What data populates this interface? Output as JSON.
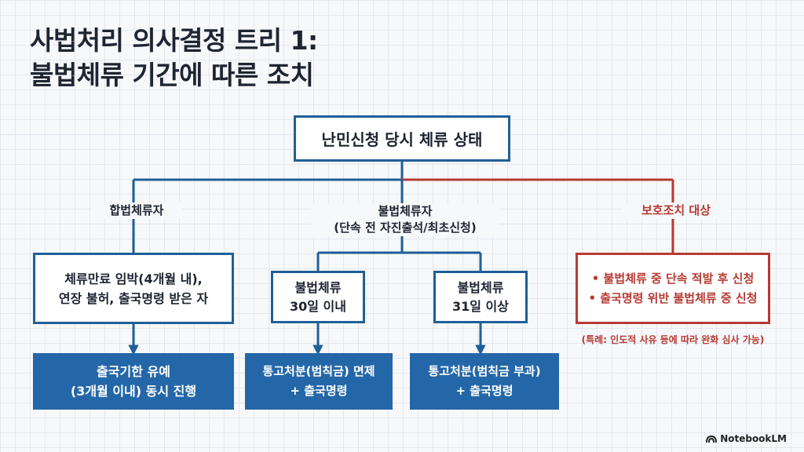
{
  "title": {
    "line1": "사법처리 의사결정 트리 1:",
    "line2": "불법체류 기간에 따른 조치"
  },
  "root": {
    "text": "난민신청 당시 체류 상태"
  },
  "branches": {
    "legal": {
      "label": "합법체류자"
    },
    "illegal": {
      "label_line1": "불법체류자",
      "label_line2": "(단속 전 자진출석/최초신청)"
    },
    "protection": {
      "label": "보호조치 대상"
    }
  },
  "legal_condition": {
    "line1": "체류만료 임박(4개월 내),",
    "line2": "연장 불허, 출국명령 받은 자"
  },
  "illegal_short": {
    "line1": "불법체류",
    "line2": "30일 이내"
  },
  "illegal_long": {
    "line1": "불법체류",
    "line2": "31일 이상"
  },
  "protection_box": {
    "item1": "• 불법체류 중 단속 적발 후 신청",
    "item2": "• 출국명령 위반 불법체류 중 신청"
  },
  "outcomes": {
    "legal": {
      "line1": "출국기한 유예",
      "line2": "(3개월 이내) 동시 진행"
    },
    "short": {
      "line1": "통고처분(범칙금) 면제",
      "line2": "+ 출국명령"
    },
    "long": {
      "line1": "통고처분(범칙금 부과)",
      "line2": "+ 출국명령"
    }
  },
  "exception_note": "(특례: 인도적 사유 등에 따라 완화 심사 가능)",
  "brand": "NotebookLM",
  "colors": {
    "blue": "#1f5f98",
    "fill": "#2467a8",
    "red": "#b73a33"
  }
}
